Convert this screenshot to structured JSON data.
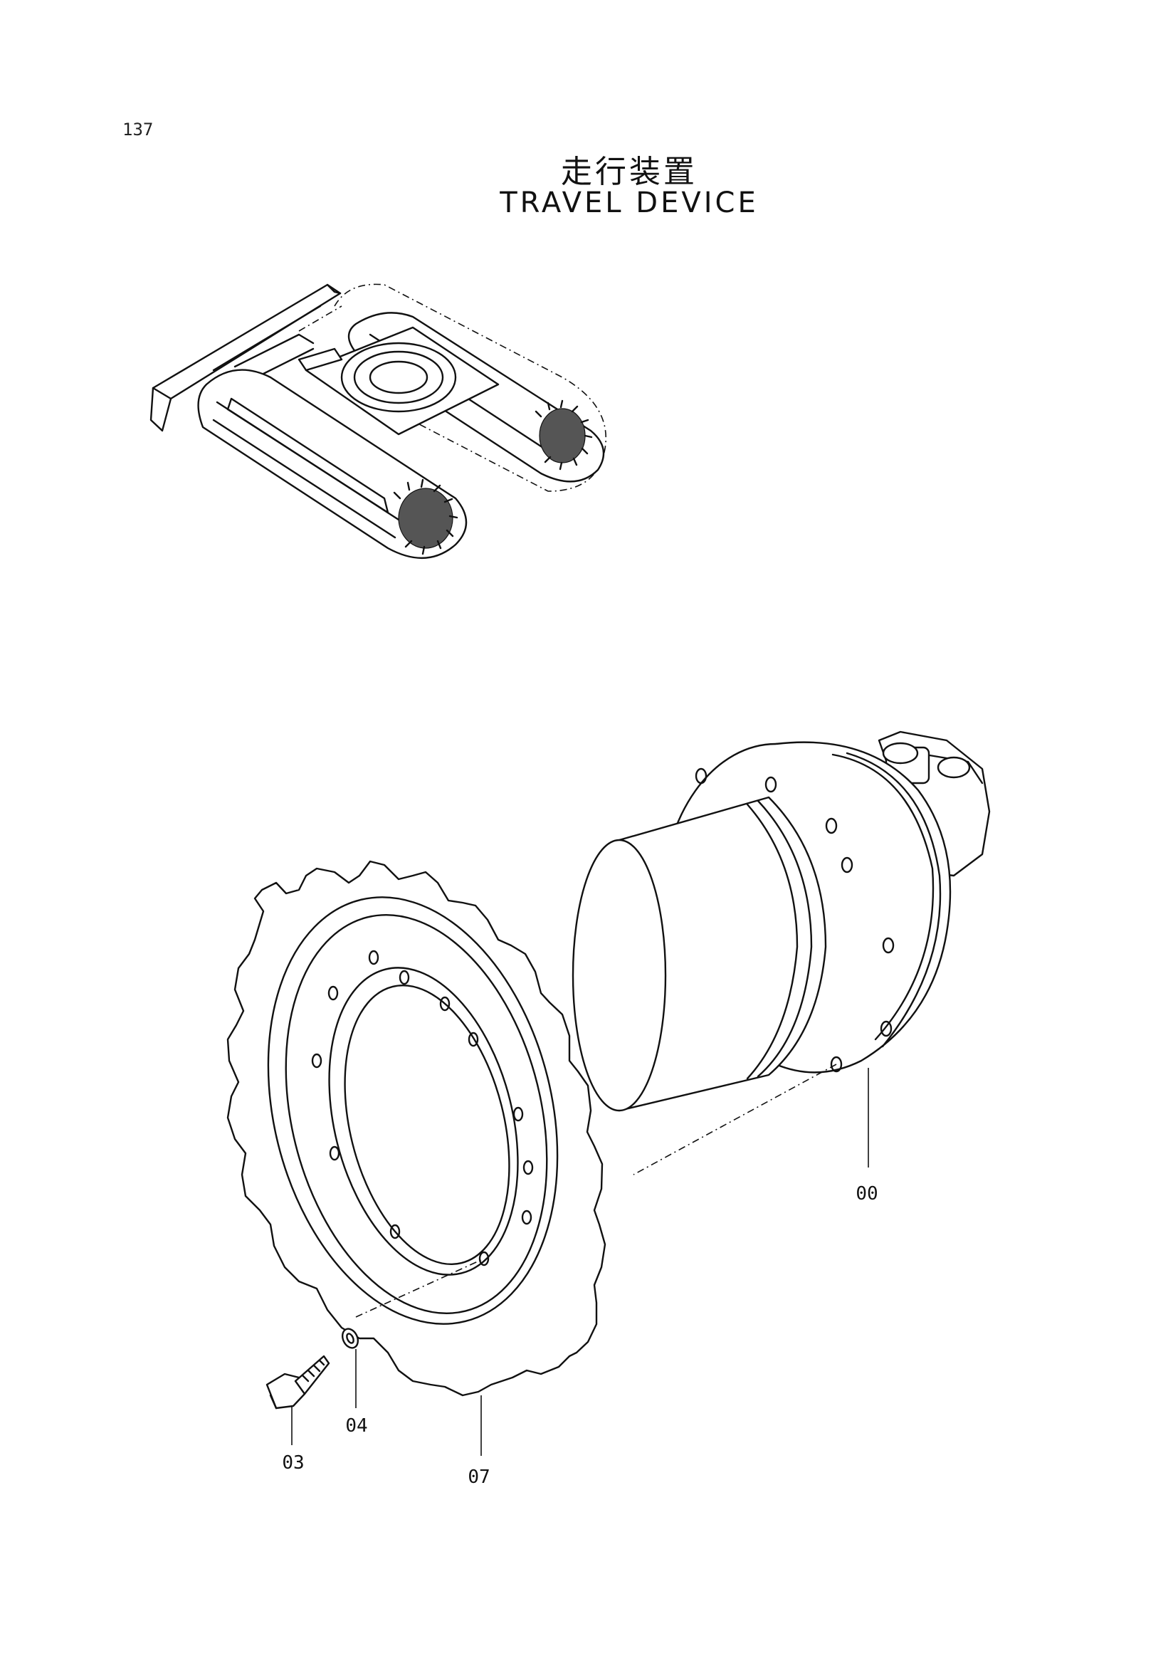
{
  "page": {
    "page_number": "137",
    "title_jp": "走行装置",
    "title_en": "TRAVEL DEVICE"
  },
  "callouts": [
    {
      "id": "motor",
      "label": "00"
    },
    {
      "id": "bolt",
      "label": "03"
    },
    {
      "id": "washer",
      "label": "04"
    },
    {
      "id": "sprocket",
      "label": "07"
    }
  ]
}
